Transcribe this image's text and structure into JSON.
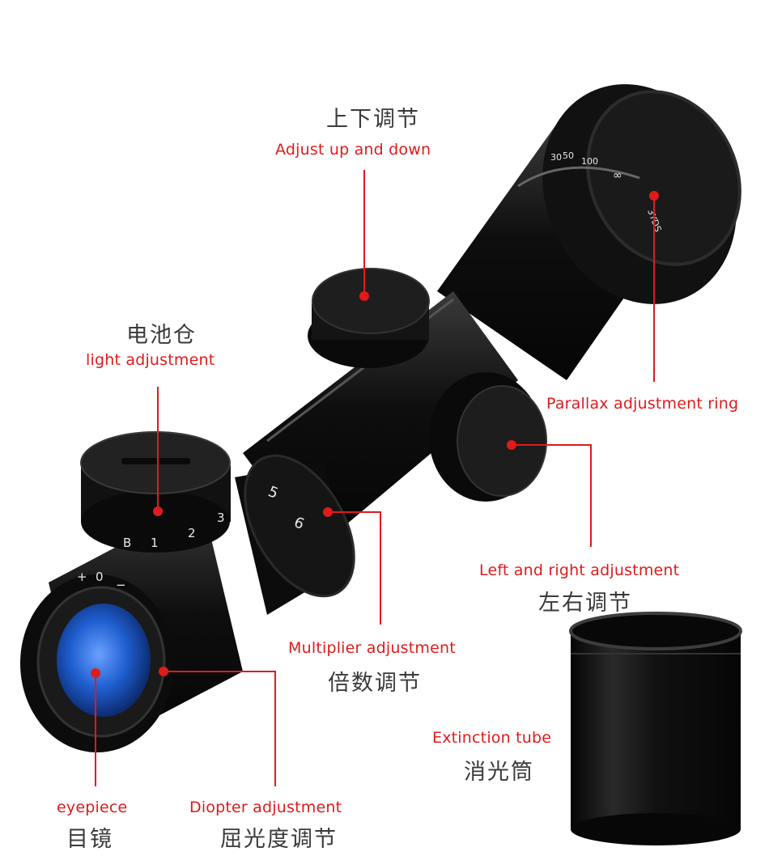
{
  "colors": {
    "accent": "#e01b1b",
    "scope": "#0c0c0c",
    "lens": "#1f5fd0",
    "text_cn": "#3a3a3a"
  },
  "scope_markings": {
    "magnification_ring": [
      "5",
      "6"
    ],
    "illumination_dial": [
      "B",
      "1",
      "2",
      "3"
    ],
    "diopter_scale": [
      "+",
      "0",
      "−"
    ],
    "parallax_scale": [
      "30",
      "50",
      "100",
      "∞",
      "3YDS"
    ]
  },
  "callouts": {
    "up_down": {
      "en": "Adjust up and down",
      "zh": "上下调节"
    },
    "light": {
      "en": "light adjustment",
      "zh": "电池仓"
    },
    "parallax": {
      "en": "Parallax adjustment ring"
    },
    "left_right": {
      "en": "Left and right adjustment",
      "zh": "左右调节"
    },
    "multiplier": {
      "en": "Multiplier adjustment",
      "zh": "倍数调节"
    },
    "extinction": {
      "en": "Extinction tube",
      "zh": "消光筒"
    },
    "eyepiece": {
      "en": "eyepiece",
      "zh": "目镜"
    },
    "diopter": {
      "en": "Diopter adjustment",
      "zh": "屈光度调节"
    }
  }
}
